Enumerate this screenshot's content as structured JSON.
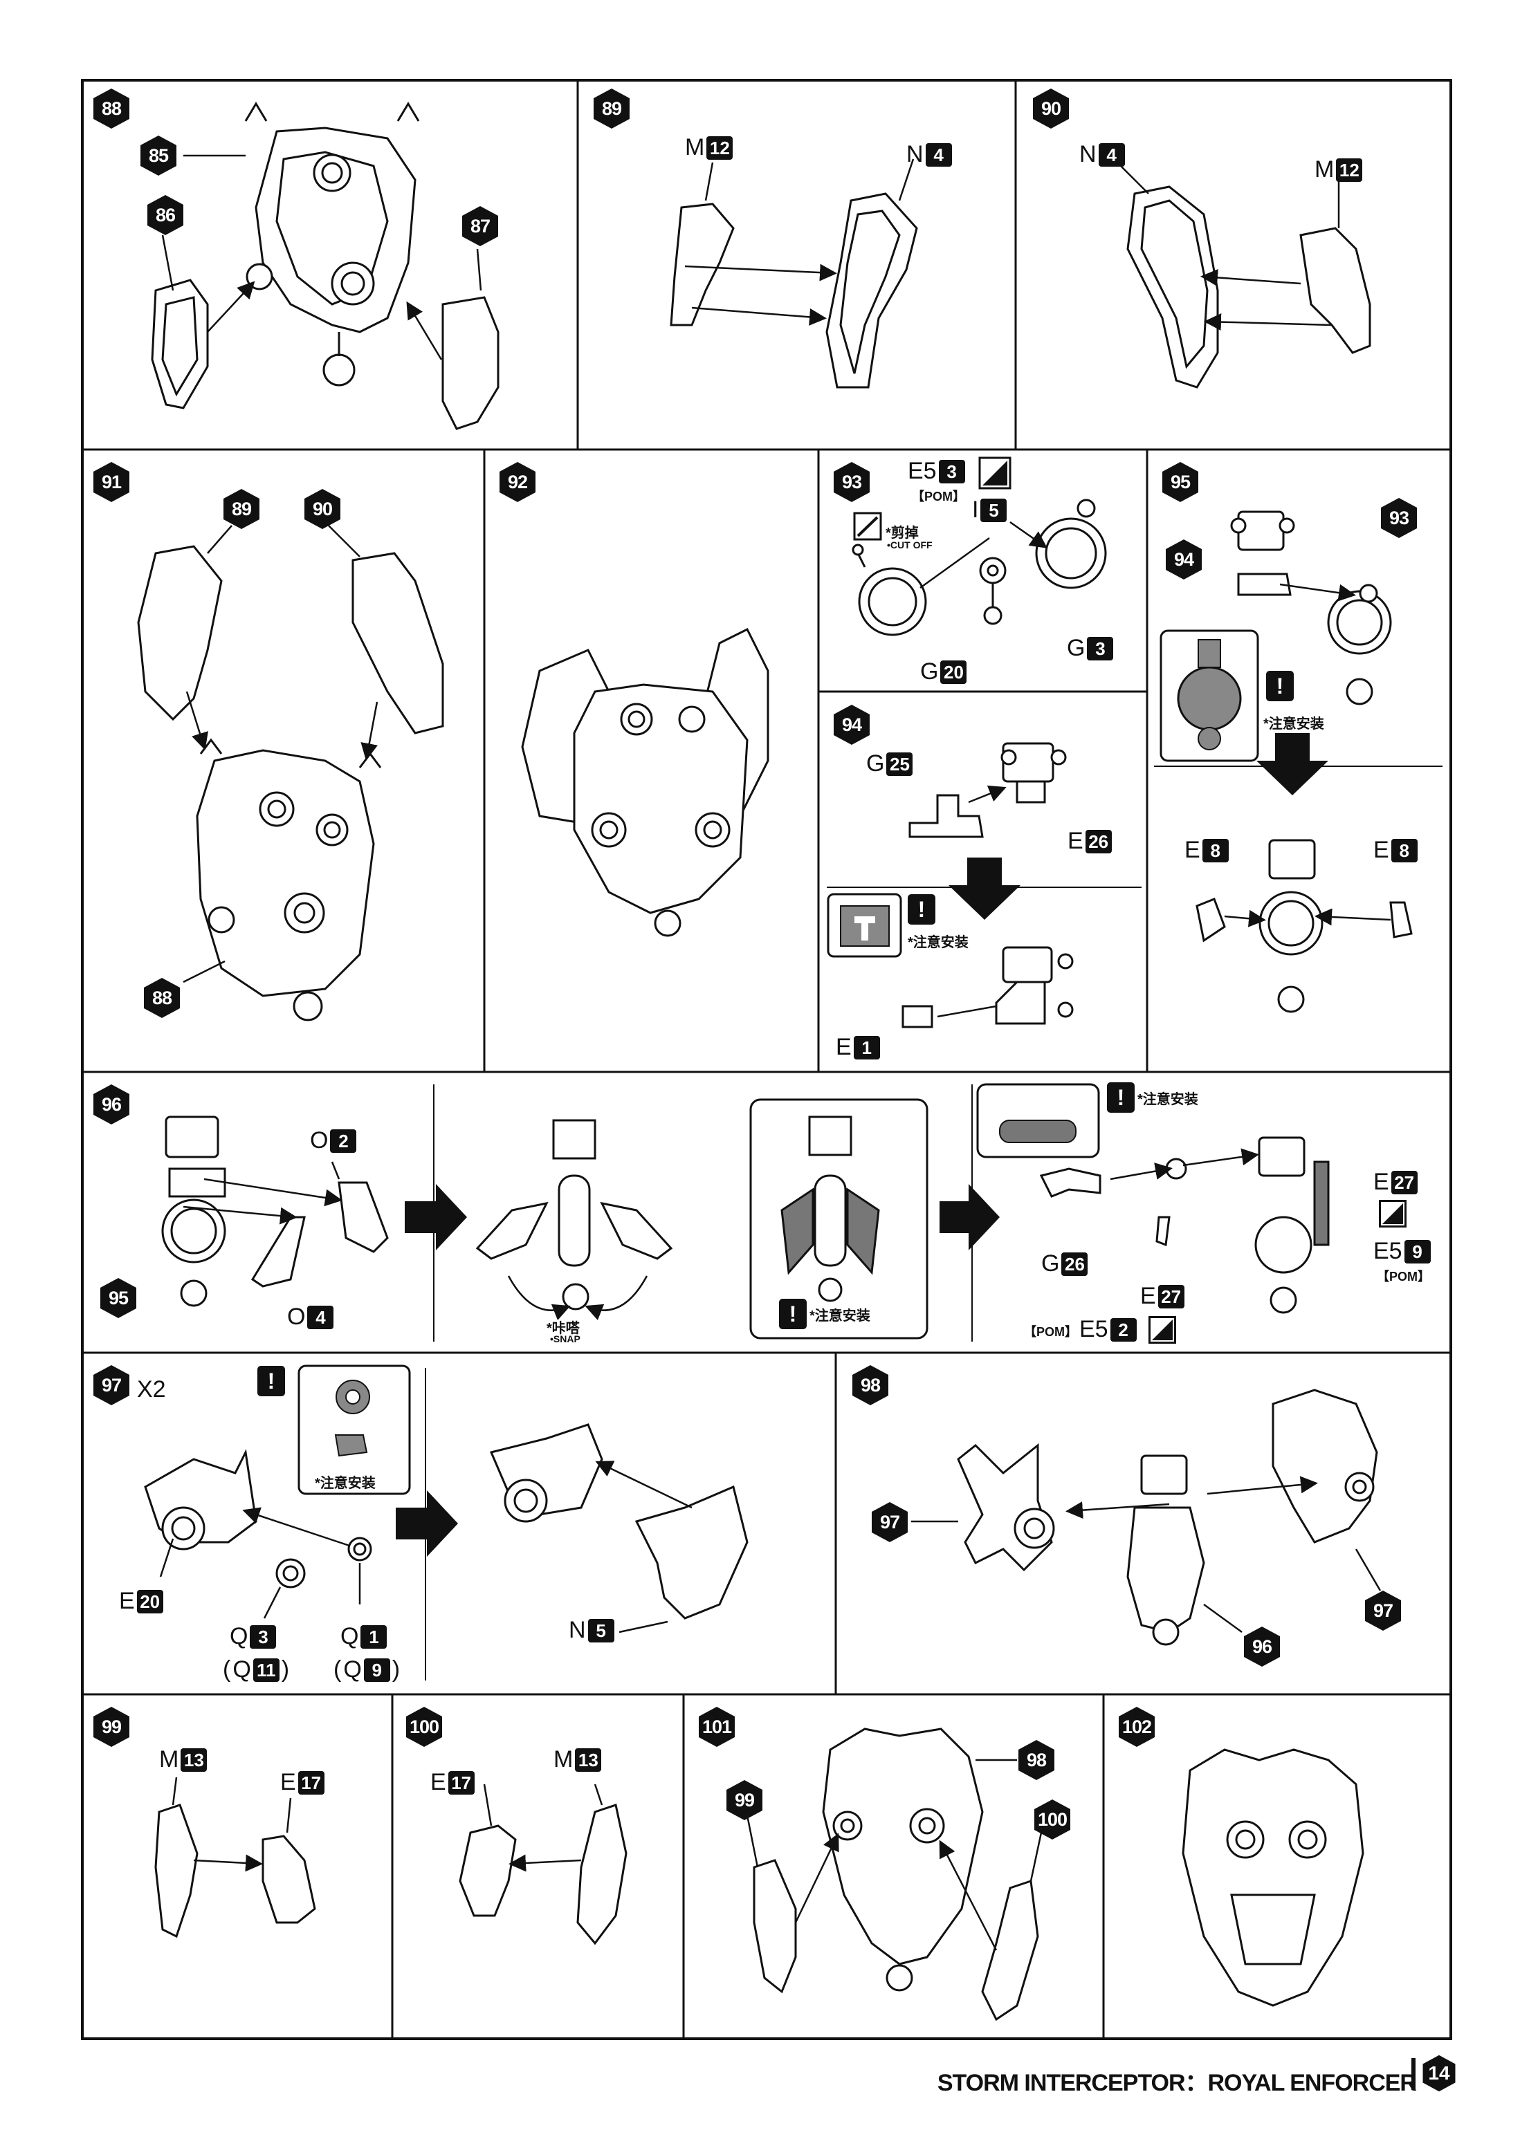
{
  "steps": {
    "s88": "88",
    "s85": "85",
    "s86": "86",
    "s87": "87",
    "s89": "89",
    "s90": "90",
    "s91": "91",
    "s92": "92",
    "s93": "93",
    "s94": "94",
    "s95": "95",
    "s96": "96",
    "s97": "97",
    "s98": "98",
    "s99": "99",
    "s100": "100",
    "s101": "101",
    "s102": "102"
  },
  "refs": {
    "r91a": "89",
    "r91b": "90",
    "r91c": "88",
    "r95a": "94",
    "r95b": "93",
    "r96a": "95",
    "r98a": "97",
    "r98b": "97",
    "r98c": "96",
    "r101a": "99",
    "r101b": "98",
    "r101c": "100"
  },
  "parts": {
    "p89a": {
      "letter": "M",
      "num": "12"
    },
    "p89b": {
      "letter": "N",
      "num": "4"
    },
    "p90a": {
      "letter": "N",
      "num": "4"
    },
    "p90b": {
      "letter": "M",
      "num": "12"
    },
    "p93a": {
      "letter": "E5",
      "num": "3"
    },
    "p93b": {
      "letter": "I",
      "num": "5"
    },
    "p93c": {
      "letter": "G",
      "num": "20"
    },
    "p93d": {
      "letter": "G",
      "num": "3"
    },
    "p94a": {
      "letter": "G",
      "num": "25"
    },
    "p94b": {
      "letter": "E",
      "num": "26"
    },
    "p94c": {
      "letter": "E",
      "num": "1"
    },
    "p95a": {
      "letter": "E",
      "num": "8"
    },
    "p95b": {
      "letter": "E",
      "num": "8"
    },
    "p96a": {
      "letter": "O",
      "num": "2"
    },
    "p96b": {
      "letter": "O",
      "num": "4"
    },
    "p96c": {
      "letter": "E",
      "num": "27"
    },
    "p96d": {
      "letter": "E5",
      "num": "9"
    },
    "p96e": {
      "letter": "G",
      "num": "26"
    },
    "p96f": {
      "letter": "E",
      "num": "27"
    },
    "p96g": {
      "letter": "E5",
      "num": "2"
    },
    "p97a": {
      "letter": "E",
      "num": "20"
    },
    "p97b": {
      "letter": "Q",
      "num": "3"
    },
    "p97c": {
      "letter": "Q",
      "num": "11"
    },
    "p97d": {
      "letter": "Q",
      "num": "1"
    },
    "p97e": {
      "letter": "Q",
      "num": "9"
    },
    "p97f": {
      "letter": "N",
      "num": "5"
    },
    "p99a": {
      "letter": "M",
      "num": "13"
    },
    "p99b": {
      "letter": "E",
      "num": "17"
    },
    "p100a": {
      "letter": "E",
      "num": "17"
    },
    "p100b": {
      "letter": "M",
      "num": "13"
    }
  },
  "text": {
    "pom": "【POM】",
    "pom2": "【POM】",
    "pom3": "【POM】",
    "cut_cn": "*剪掉",
    "cut_en": "•CUT OFF",
    "care": "*注意安装",
    "snap_cn": "*咔嗒",
    "snap_en": "•SNAP",
    "times2": "X2",
    "paren_open": "(",
    "paren_close": ")",
    "warn": "!"
  },
  "footer": {
    "title": "STORM INTERCEPTOR：ROYAL ENFORCER",
    "page": "14"
  }
}
